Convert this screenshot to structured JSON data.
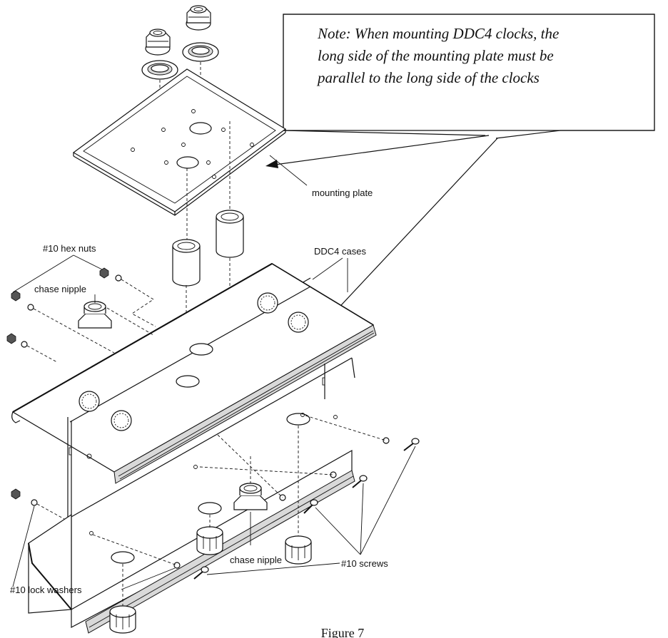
{
  "note": {
    "lines": [
      "Note: When mounting DDC4 clocks, the",
      "long side of the mounting plate must be",
      "parallel to the long side of the clocks"
    ]
  },
  "labels": {
    "mounting_plate": "mounting plate",
    "hex_nuts": "#10 hex nuts",
    "chase_nipple_top": "chase nipple",
    "ddc4_cases": "DDC4 cases",
    "chase_nipple_bottom": "chase nipple",
    "screws": "#10 screws",
    "lock_washers": "#10 lock washers"
  },
  "caption": "Figure 7",
  "icons": [
    "bushing-icon",
    "grommet-icon",
    "coupling-icon",
    "hex-nut-icon",
    "lock-washer-icon",
    "screw-icon",
    "knockout-icon"
  ]
}
